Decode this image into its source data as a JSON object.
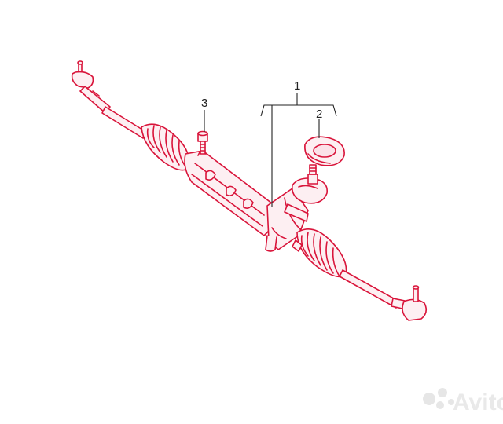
{
  "callouts": {
    "one": "1",
    "two": "2",
    "three": "3"
  },
  "colors": {
    "part_outline": "#d9143a",
    "part_fill": "#fdeff2",
    "leader_line": "#222222",
    "watermark": "#e6e6e6"
  },
  "icons": {
    "watermark_logo": "avito-logo"
  },
  "watermark": {
    "text": "Avito"
  }
}
